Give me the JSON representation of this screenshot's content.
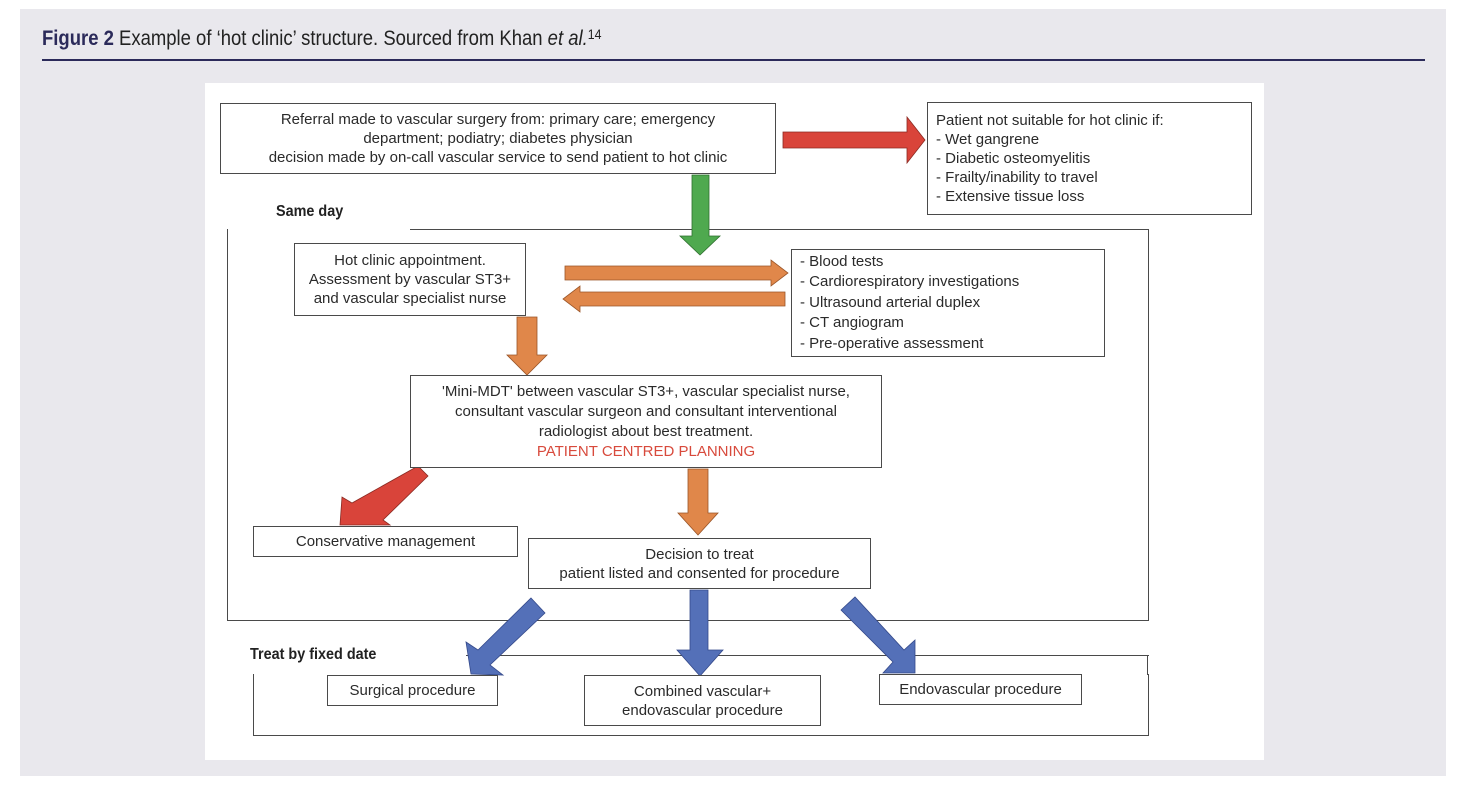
{
  "caption": {
    "figure_label": "Figure 2",
    "text": " Example of ‘hot clinic’ structure. Sourced from Khan ",
    "italic": "et al.",
    "reference": "14"
  },
  "colors": {
    "caption_accent": "#2b2a5a",
    "panel_background": "#e9e8ed",
    "arrow_red": "#d9443a",
    "arrow_green": "#4fa94f",
    "arrow_orange": "#e0874a",
    "arrow_blue": "#5470b8",
    "highlight_text": "#d84a3c"
  },
  "sections": {
    "same_day": "Same day",
    "treat_by_fixed_date": "Treat by fixed date"
  },
  "nodes": {
    "referral": {
      "lines": [
        "Referral made to vascular surgery from: primary care; emergency",
        "department; podiatry; diabetes physician",
        "decision made by on-call vascular service to send patient to hot clinic"
      ]
    },
    "not_suitable": {
      "title": "Patient not suitable for hot clinic if:",
      "items": [
        "-  Wet gangrene",
        "-  Diabetic osteomyelitis",
        "-  Frailty/inability to travel",
        "-  Extensive tissue loss"
      ]
    },
    "hot_clinic": {
      "lines": [
        "Hot clinic appointment.",
        "Assessment by vascular ST3+",
        "and vascular specialist nurse"
      ]
    },
    "investigations": {
      "items": [
        "-  Blood tests",
        "-  Cardiorespiratory investigations",
        "-  Ultrasound arterial duplex",
        "-  CT angiogram",
        "-  Pre-operative assessment"
      ]
    },
    "mini_mdt": {
      "lines": [
        "'Mini-MDT' between vascular ST3+, vascular specialist nurse,",
        "consultant vascular surgeon and consultant interventional",
        "radiologist about best treatment."
      ],
      "highlight": "PATIENT CENTRED PLANNING"
    },
    "conservative": {
      "label": "Conservative management"
    },
    "decision": {
      "lines": [
        "Decision to treat",
        "patient listed and consented for procedure"
      ]
    },
    "surgical": {
      "label": "Surgical procedure"
    },
    "combined": {
      "lines": [
        "Combined vascular+",
        "endovascular procedure"
      ]
    },
    "endovascular": {
      "label": "Endovascular procedure"
    }
  }
}
